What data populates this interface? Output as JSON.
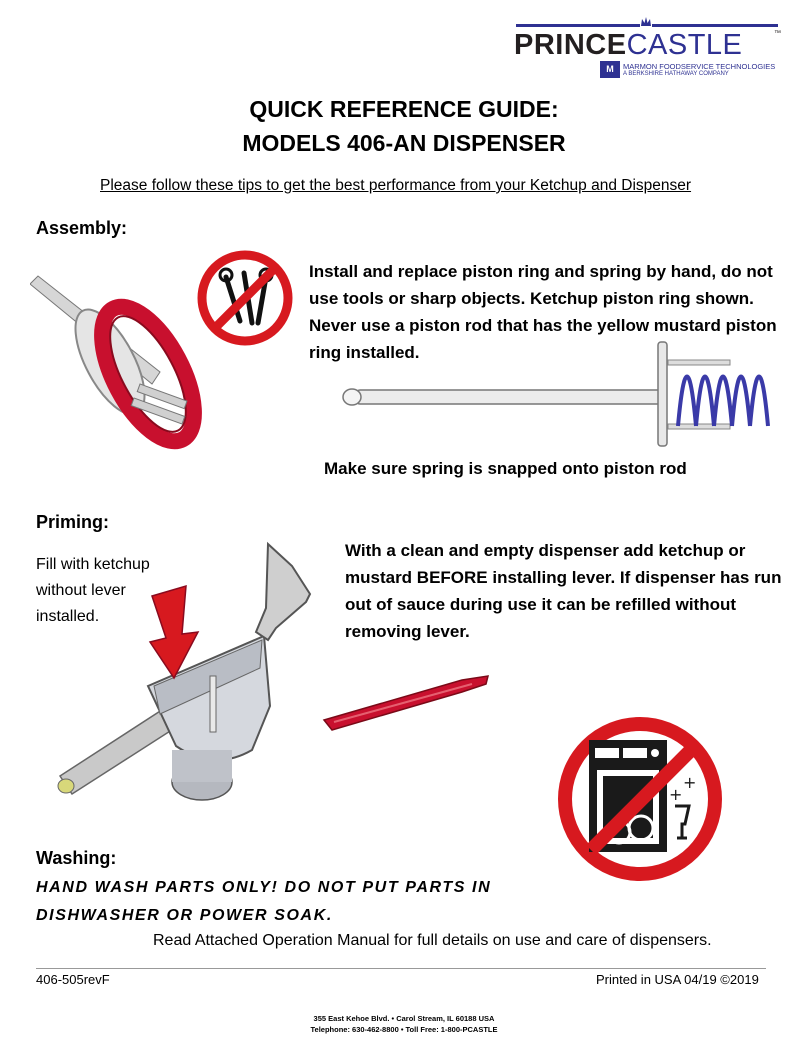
{
  "logo": {
    "word_a": "PRINCE",
    "word_b": "CASTLE",
    "tm": "™",
    "mark": "M",
    "line1": "MARMON FOODSERVICE TECHNOLOGIES",
    "line2": "A BERKSHIRE HATHAWAY COMPANY"
  },
  "title": {
    "line1": "QUICK REFERENCE GUIDE:",
    "line2": "MODELS 406-AN DISPENSER"
  },
  "subtitle": "Please follow these tips to get the best performance from your Ketchup and Dispenser",
  "assembly": {
    "heading": "Assembly:",
    "text": "Install and replace piston ring and spring by hand, do not use tools or sharp objects. Ketchup piston ring shown. Never use a piston rod that has the yellow mustard piston ring installed.",
    "caption": "Make sure spring is snapped onto piston rod"
  },
  "priming": {
    "heading": "Priming:",
    "side_note": "Fill with ketchup without lever installed.",
    "text": "With a clean and empty dispenser add ketchup or mustard BEFORE installing lever. If dispenser has run out of sauce during use it can be refilled without removing lever."
  },
  "washing": {
    "heading": "Washing:",
    "warning_line1": "HAND WASH PARTS ONLY! DO NOT PUT PARTS IN",
    "warning_line2": "DISHWASHER OR POWER SOAK."
  },
  "manual_note": "Read Attached Operation Manual for full details on use and care of dispensers.",
  "footer": {
    "doc_number": "406-505revF",
    "printed": "Printed in USA 04/19 ©2019",
    "address": "355 East Kehoe Blvd. • Carol Stream, IL 60188 USA",
    "phone": "Telephone: 630-462-8800 • Toll Free: 1-800-PCASTLE"
  },
  "colors": {
    "brand_blue": "#2e3192",
    "prohibition_red": "#d7191f",
    "ring_red": "#c8102e",
    "spring_blue": "#3a3aa8"
  }
}
